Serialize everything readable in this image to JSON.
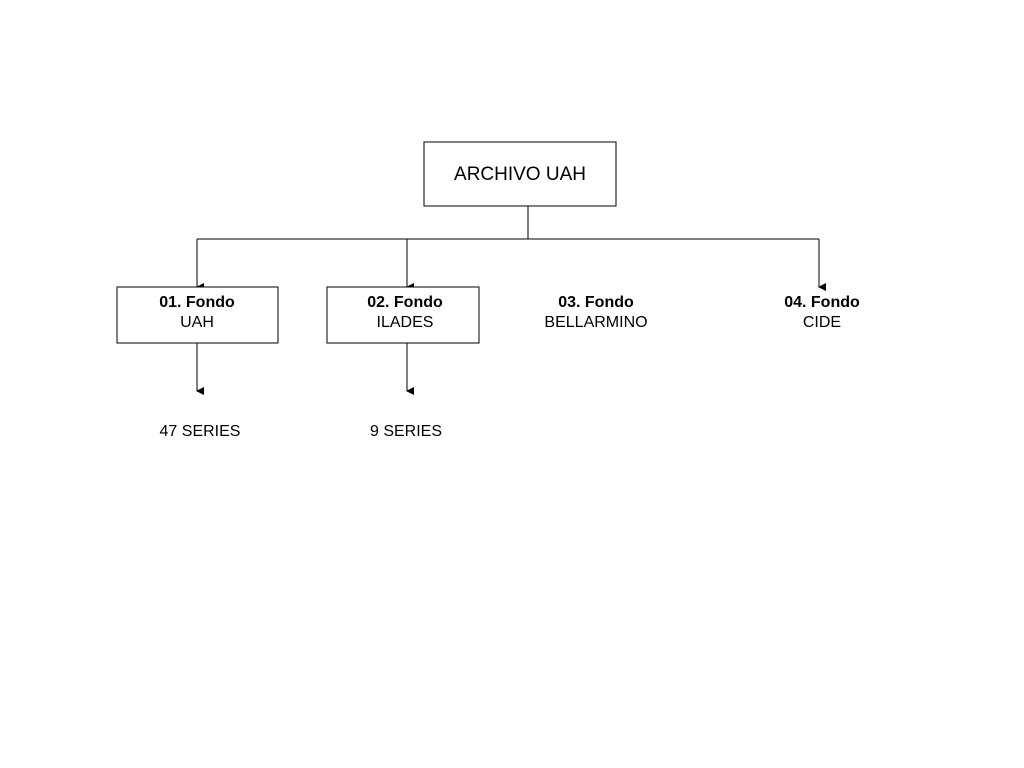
{
  "root": {
    "label": "ARCHIVO UAH"
  },
  "fondos": [
    {
      "number": "01. Fondo",
      "name": "UAH"
    },
    {
      "number": "02. Fondo",
      "name": "ILADES"
    },
    {
      "number": "03. Fondo",
      "name": "BELLARMINO"
    },
    {
      "number": "04. Fondo",
      "name": "CIDE"
    }
  ],
  "series": [
    {
      "label": "47 SERIES"
    },
    {
      "label": "9 SERIES"
    }
  ],
  "colors": {
    "stroke": "#000000",
    "background": "#ffffff"
  }
}
